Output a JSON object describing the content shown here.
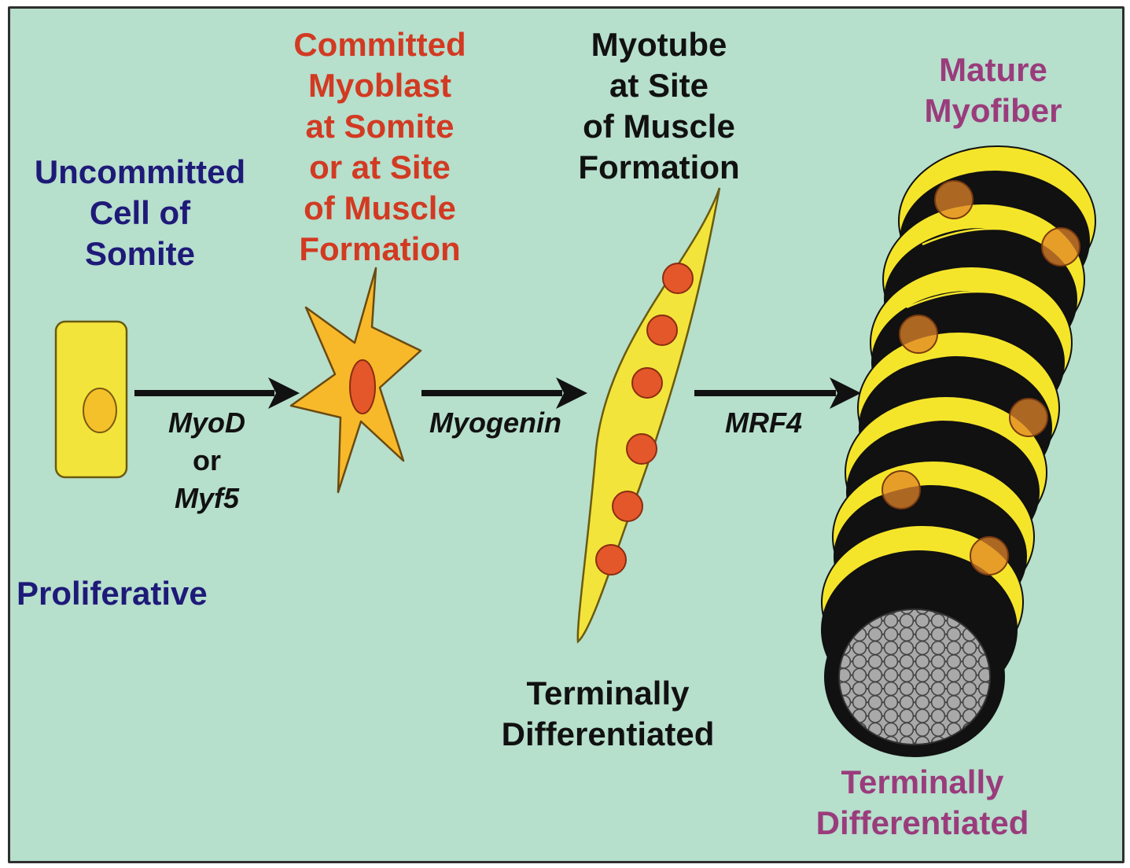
{
  "colors": {
    "background": "#b6dfcc",
    "uncommitted": "#1e1a78",
    "committed": "#d23a22",
    "myotube": "#111111",
    "mature": "#9a3c7c",
    "cell_yellow": "#f3e43c",
    "myoblast_orange": "#f7b92a",
    "nucleus_red": "#e4572a",
    "fiber_black": "#111111"
  },
  "stages": {
    "uncommitted": {
      "lines": [
        "Uncommitted",
        "Cell of",
        "Somite"
      ]
    },
    "committed": {
      "lines": [
        "Committed",
        "Myoblast",
        "at Somite",
        "or at Site",
        "of Muscle",
        "Formation"
      ]
    },
    "myotube": {
      "lines": [
        "Myotube",
        "at Site",
        "of Muscle",
        "Formation"
      ]
    },
    "mature": {
      "lines": [
        "Mature",
        "Myofiber"
      ]
    }
  },
  "genes": {
    "first": {
      "top": "MyoD",
      "mid": "or",
      "bottom": "Myf5"
    },
    "second": "Myogenin",
    "third": "MRF4"
  },
  "states": {
    "proliferative": "Proliferative",
    "terminal_1": [
      "Terminally",
      "Differentiated"
    ],
    "terminal_2": [
      "Terminally",
      "Differentiated"
    ]
  },
  "icons": [
    "somite-cell-icon",
    "myoblast-icon",
    "myotube-icon",
    "myofiber-icon",
    "arrow-icon"
  ]
}
